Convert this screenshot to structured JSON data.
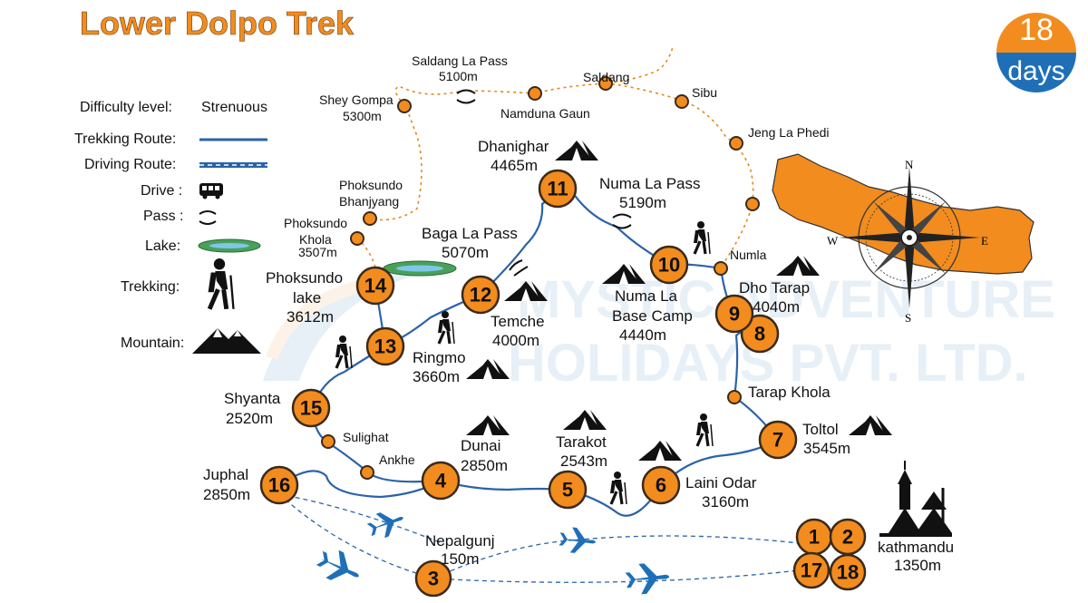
{
  "title": "Lower Dolpo Trek",
  "duration": {
    "number": "18",
    "unit": "days"
  },
  "legend": {
    "difficulty_label": "Difficulty level:",
    "difficulty_value": "Strenuous",
    "trekking_route": "Trekking Route:",
    "driving_route": "Driving Route:",
    "drive": "Drive :",
    "pass": "Pass :",
    "lake": "Lake:",
    "trekking": "Trekking:",
    "mountain": "Mountain:"
  },
  "watermark": [
    "MYSTIC ADVENTURE",
    "HOLIDAYS PVT. LTD."
  ],
  "colors": {
    "route": "#2a63a8",
    "node": "#f28c1e",
    "nepal": "#f28c1e",
    "dotted": "#e08a1e",
    "title": "#f28c1e",
    "days_top": "#f28c1e",
    "days_bottom": "#1f6fb8"
  },
  "days": {
    "d1": "1",
    "d2": "2",
    "d3": "3",
    "d4": "4",
    "d5": "5",
    "d6": "6",
    "d7": "7",
    "d8": "8",
    "d9": "9",
    "d10": "10",
    "d11": "11",
    "d12": "12",
    "d13": "13",
    "d14": "14",
    "d15": "15",
    "d16": "16",
    "d17": "17",
    "d18": "18"
  },
  "places": {
    "dhanighar_name": "Dhanighar",
    "dhanighar_alt": "4465m",
    "numa_la_pass_name": "Numa La Pass",
    "numa_la_pass_alt": "5190m",
    "baga_la_pass_name": "Baga La Pass",
    "baga_la_pass_alt": "5070m",
    "numa_la_bc_1": "Numa La",
    "numa_la_bc_2": "Base Camp",
    "numa_la_bc_alt": "4440m",
    "temche_name": "Temche",
    "temche_alt": "4000m",
    "phoksundo_lake_1": "Phoksundo",
    "phoksundo_lake_2": "lake",
    "phoksundo_lake_alt": "3612m",
    "ringmo_name": "Ringmo",
    "ringmo_alt": "3660m",
    "shyanta_name": "Shyanta",
    "shyanta_alt": "2520m",
    "dho_tarap_name": "Dho Tarap",
    "dho_tarap_alt": "4040m",
    "tarap_khola": "Tarap Khola",
    "toltol_name": "Toltol",
    "toltol_alt": "3545m",
    "laini_odar_name": "Laini Odar",
    "laini_odar_alt": "3160m",
    "tarakot_name": "Tarakot",
    "tarakot_alt": "2543m",
    "dunai_name": "Dunai",
    "dunai_alt": "2850m",
    "juphal_name": "Juphal",
    "juphal_alt": "2850m",
    "nepalgunj_name": "Nepalgunj",
    "nepalgunj_alt": "150m",
    "kathmandu_name": "kathmandu",
    "kathmandu_alt": "1350m",
    "sulighat": "Sulighat",
    "ankhe": "Ankhe",
    "numla": "Numla",
    "phoksundo_khola_1": "Phoksundo",
    "phoksundo_khola_2": "Khola",
    "phoksundo_khola_alt": "3507m",
    "phoksundo_bhanjyang_1": "Phoksundo",
    "phoksundo_bhanjyang_2": "Bhanjyang",
    "shey_gompa_name": "Shey Gompa",
    "shey_gompa_alt": "5300m",
    "saldang_la_pass_name": "Saldang La Pass",
    "saldang_la_pass_alt": "5100m",
    "namduna_gaun": "Namduna Gaun",
    "saldang": "Saldang",
    "sibu": "Sibu",
    "jeng_la_phedi": "Jeng La Phedi"
  },
  "compass": {
    "n": "N",
    "s": "S",
    "e": "E",
    "w": "W"
  },
  "icons": [
    "tent-icon",
    "trekker-icon",
    "airplane-icon",
    "bus-icon",
    "pass-icon",
    "lake-icon",
    "mountain-icon",
    "temple-icon",
    "compass-icon"
  ]
}
